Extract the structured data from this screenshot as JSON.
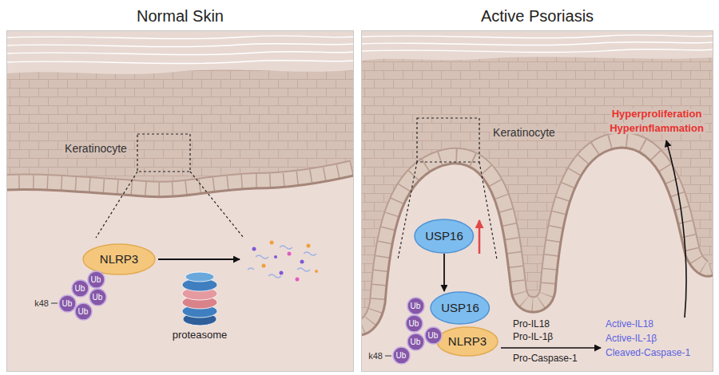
{
  "diagram": {
    "nodes": [
      {
        "text": [
          "Normal Skin"
        ]
      },
      {
        "text": [
          "NLRP3"
        ],
        "in": 0
      },
      {
        "text": [
          "Ub"
        ],
        "in": 0
      },
      {
        "text": [
          "Ub"
        ],
        "in": 0
      },
      {
        "text": [
          "Ub"
        ],
        "in": 0
      },
      {
        "text": [
          "Ub"
        ],
        "in": 0
      },
      {
        "text": [
          "Ub"
        ],
        "in": 0
      },
      {
        "text": [
          "Active Psoriasis"
        ]
      },
      {
        "text": [
          "USP16"
        ],
        "in": 7
      },
      {
        "text": [
          "USP16"
        ],
        "in": 7
      },
      {
        "text": [
          "NLRP3"
        ],
        "in": 7
      },
      {
        "text": [
          "Ub"
        ],
        "in": 7
      },
      {
        "text": [
          "Ub"
        ],
        "in": 7
      },
      {
        "text": [
          "Ub"
        ],
        "in": 7
      },
      {
        "text": [
          "Ub"
        ],
        "in": 7
      },
      {
        "text": [
          "Ub"
        ],
        "in": 7
      }
    ],
    "edges": [
      {
        "from": 8,
        "to": 9,
        "arrow": "to"
      }
    ],
    "labels": [
      "Keratinocyte",
      "k48",
      "proteasome",
      "Keratinocyte",
      "Hyperproliferation",
      "Hyperinflammation",
      "k48",
      "Pro-IL18",
      "Pro-IL-1β",
      "Pro-Caspase-1",
      "Active-IL18",
      "Active-IL-1β",
      "Cleaved-Caspase-1"
    ]
  }
}
